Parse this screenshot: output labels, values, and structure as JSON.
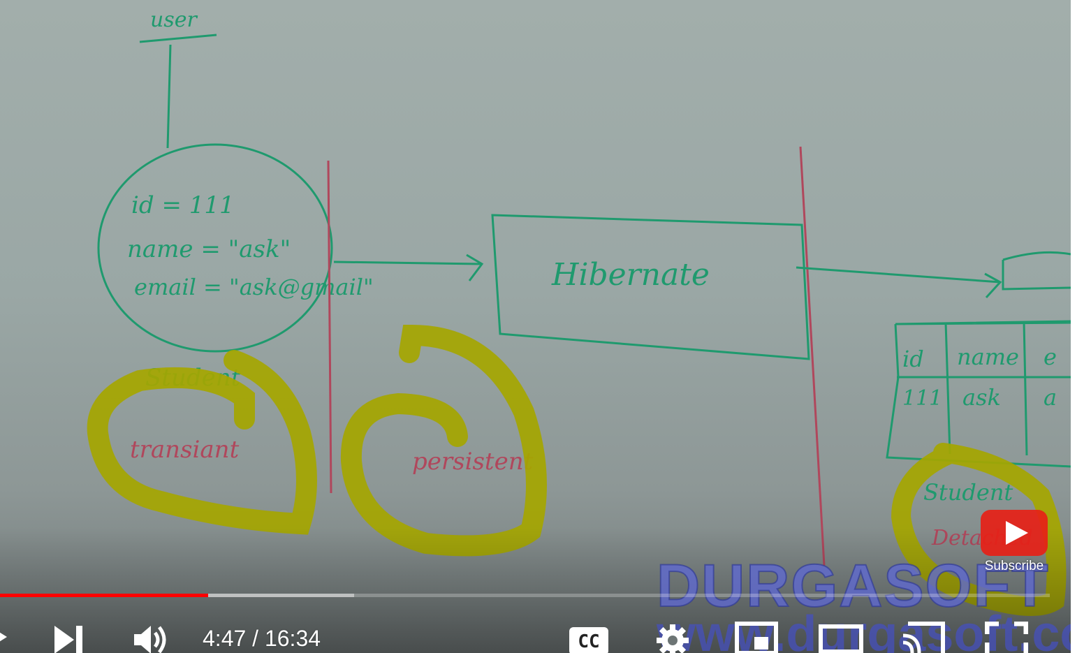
{
  "video": {
    "board": {
      "top_label": "user",
      "object_fields": [
        "id = 111",
        "name = \"ask\"",
        "email = \"ask@gmail\""
      ],
      "object_label": "Student",
      "state_transient": "transiant",
      "state_persistent": "persistent",
      "box_label": "Hibernate",
      "table_headers": [
        "id",
        "name",
        "e"
      ],
      "table_row": [
        "111",
        "ask",
        "a"
      ],
      "right_object_label": "Student",
      "right_state": "Detached"
    },
    "watermark": {
      "brand": "DURGASOFT",
      "url": "www.durgasoft.com"
    },
    "subscribe": {
      "label": "Subscribe",
      "color": "#e62117"
    }
  },
  "player": {
    "progress": {
      "played_fraction": 0.198,
      "buffered_fraction": 0.337,
      "played_color": "#ff0000"
    },
    "time": {
      "current": "4:47",
      "separator": "/",
      "duration": "16:34"
    },
    "controls": {
      "play_icon": "play-icon",
      "next_icon": "next-icon",
      "volume_icon": "volume-icon",
      "captions_label": "CC",
      "settings_icon": "gear-icon",
      "miniplayer_icon": "miniplayer-icon",
      "theater_icon": "theater-icon",
      "cast_icon": "cast-icon",
      "fullscreen_icon": "fullscreen-icon"
    }
  }
}
